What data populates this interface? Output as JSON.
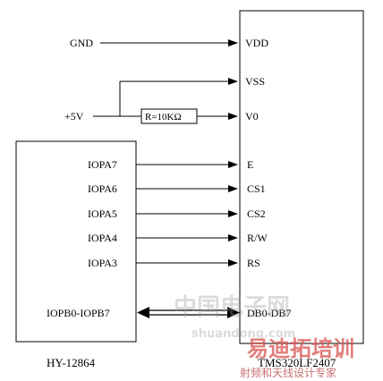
{
  "lcd_module": {
    "label": "HY-12864",
    "pins": [
      {
        "id": "iopa7",
        "label": "IOPA7"
      },
      {
        "id": "iopa6",
        "label": "IOPA6"
      },
      {
        "id": "iopa5",
        "label": "IOPA5"
      },
      {
        "id": "iopa4",
        "label": "IOPA4"
      },
      {
        "id": "iopa3",
        "label": "IOPA3"
      }
    ],
    "bus_label": "IOPB0-IOPB7"
  },
  "dsp_chip": {
    "label": "TMS320LF2407",
    "pins": {
      "vdd": "VDD",
      "vss": "VSS",
      "v0": "V0",
      "e": "E",
      "cs1": "CS1",
      "cs2": "CS2",
      "rw": "R/W",
      "rs": "RS",
      "bus": "DB0-DB7"
    }
  },
  "supply": {
    "gnd": "GND",
    "plus5v": "+5V",
    "resistor": "R=10KΩ"
  },
  "watermark": {
    "site_top": "中国电子网",
    "site_bottom": "shuandong.com",
    "brand": "易迪拓培训",
    "slogan": "射频和天线设计专家"
  },
  "colors": {
    "line": "#000000",
    "watermark_red": "#d9534f",
    "watermark_gray": "#9a9a9a"
  }
}
